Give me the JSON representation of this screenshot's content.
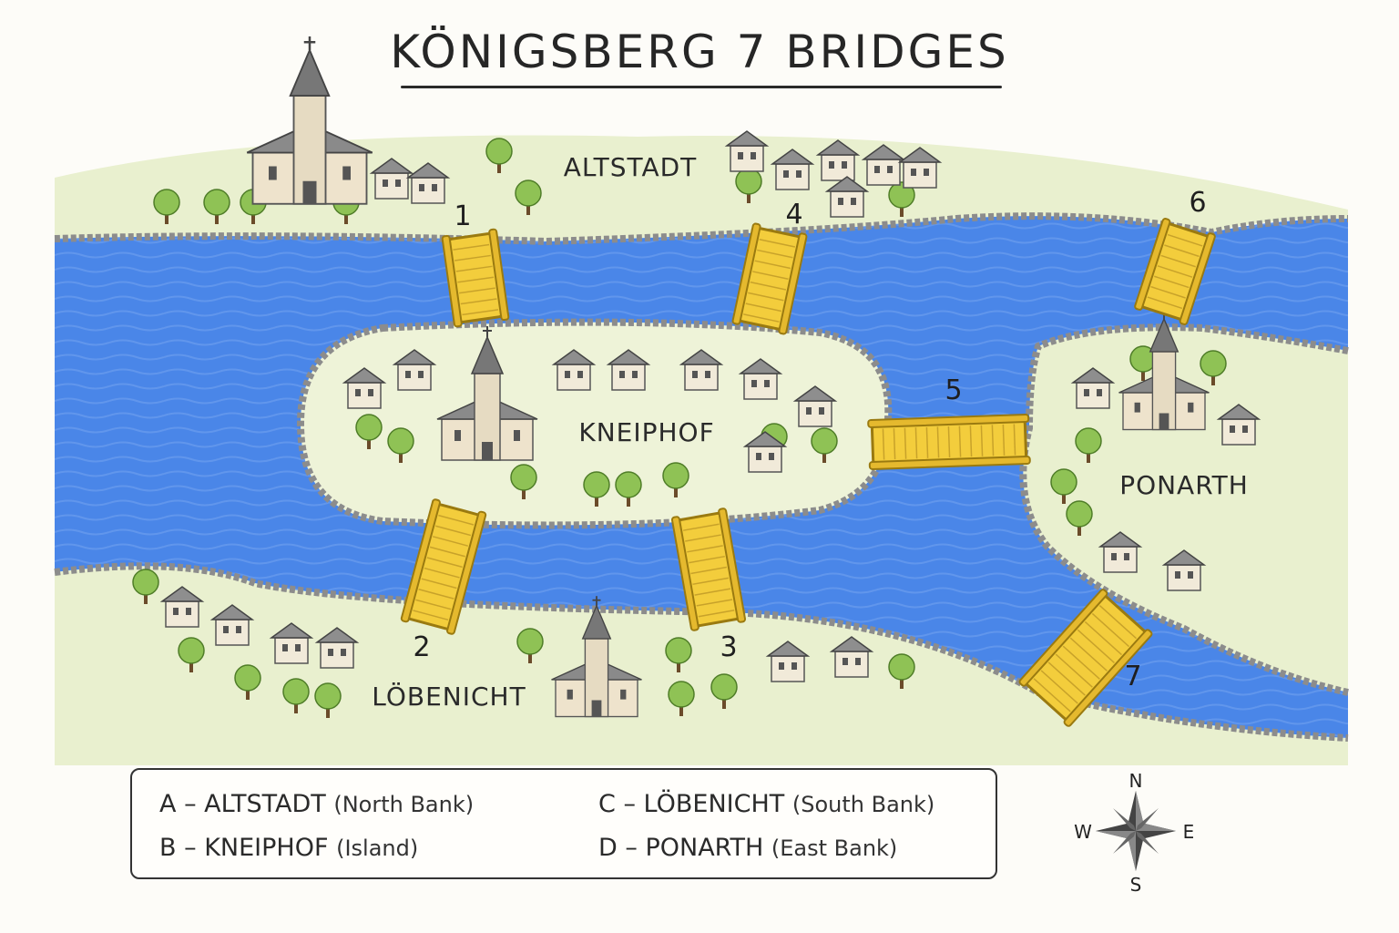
{
  "title": "KÖNIGSBERG 7 BRIDGES",
  "regions": [
    {
      "key": "altstadt",
      "label": "ALTSTADT"
    },
    {
      "key": "kneiphof",
      "label": "KNEIPHOF"
    },
    {
      "key": "lobenicht",
      "label": "LÖBENICHT"
    },
    {
      "key": "ponarth",
      "label": "PONARTH"
    }
  ],
  "bridges": [
    {
      "number": "1",
      "connects": [
        "A",
        "B"
      ]
    },
    {
      "number": "2",
      "connects": [
        "B",
        "C"
      ]
    },
    {
      "number": "3",
      "connects": [
        "B",
        "C"
      ]
    },
    {
      "number": "4",
      "connects": [
        "A",
        "B"
      ]
    },
    {
      "number": "5",
      "connects": [
        "B",
        "D"
      ]
    },
    {
      "number": "6",
      "connects": [
        "A",
        "D"
      ]
    },
    {
      "number": "7",
      "connects": [
        "C",
        "D"
      ]
    }
  ],
  "legend": [
    {
      "letter": "A",
      "name": "ALTSTADT",
      "note": "(North Bank)"
    },
    {
      "letter": "B",
      "name": "KNEIPHOF",
      "note": "(Island)"
    },
    {
      "letter": "C",
      "name": "LÖBENICHT",
      "note": "(South Bank)"
    },
    {
      "letter": "D",
      "name": "PONARTH",
      "note": "(East Bank)"
    }
  ],
  "compass": {
    "n": "N",
    "s": "S",
    "e": "E",
    "w": "W"
  },
  "colors": {
    "water": "#4a86e8",
    "water_dark": "#2f66c4",
    "land": "#e9f0cf",
    "grass": "#8fc255",
    "bridge": "#f3cd3c",
    "bridge_edge": "#9a7a10",
    "wall": "#8c8c8c",
    "ink": "#2a2a2a"
  },
  "icons": [
    "church-icon",
    "house-icon",
    "tree-icon",
    "compass-rose-icon"
  ]
}
